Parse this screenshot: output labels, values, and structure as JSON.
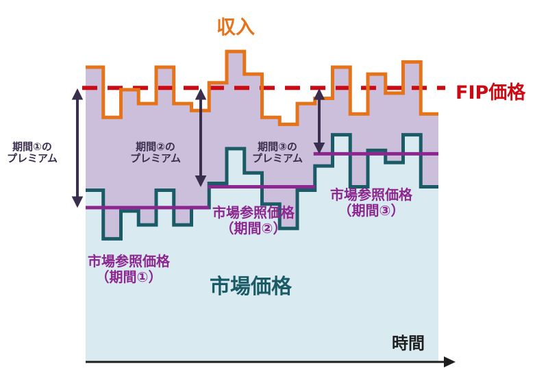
{
  "colors": {
    "revenue": "#e5731a",
    "fip": "#cc0a14",
    "market": "#1b5b66",
    "reference": "#8d2790",
    "premium_area": "#cbbfdc",
    "market_area": "#d9eaf1",
    "arrow": "#3a2e4e",
    "axis": "#1e1e1e",
    "premium_text": "#3a2e4e"
  },
  "labels": {
    "revenue": "収入",
    "fip_price": "FIP価格",
    "market_price": "市場価格",
    "time": "時間",
    "premium_1": [
      "期間①の",
      "プレミアム"
    ],
    "premium_2": [
      "期間②の",
      "プレミアム"
    ],
    "premium_3": [
      "期間③の",
      "プレミアム"
    ],
    "reference_1": [
      "市場参照価格",
      "（期間①）"
    ],
    "reference_2": [
      "市場参照価格",
      "（期間②）"
    ],
    "reference_3": [
      "市場参照価格",
      "（期間③）"
    ]
  },
  "chart_data": {
    "type": "step-line",
    "title": "FIP制度のプレミアムの仕組み",
    "xlabel": "時間",
    "ylabel": "",
    "steps": 20,
    "periods": [
      {
        "name": "期間①",
        "steps": [
          0,
          7
        ]
      },
      {
        "name": "期間②",
        "steps": [
          7,
          13
        ]
      },
      {
        "name": "期間③",
        "steps": [
          13,
          20
        ]
      }
    ],
    "fip_price": 83,
    "series": [
      {
        "name": "収入",
        "values": [
          95,
          66,
          82,
          74,
          95,
          74,
          70,
          86,
          104,
          91,
          66,
          62,
          74,
          77,
          95,
          68,
          91,
          80,
          98,
          68
        ]
      },
      {
        "name": "市場価格",
        "values": [
          24,
          -4,
          12,
          4,
          24,
          4,
          14,
          28,
          48,
          34,
          16,
          2,
          24,
          38,
          56,
          26,
          47,
          40,
          56,
          26
        ]
      }
    ],
    "reference_prices": [
      {
        "period": "期間①",
        "value": 14
      },
      {
        "period": "期間②",
        "value": 26
      },
      {
        "period": "期間③",
        "value": 45
      }
    ],
    "ylim": [
      -75,
      110
    ]
  }
}
